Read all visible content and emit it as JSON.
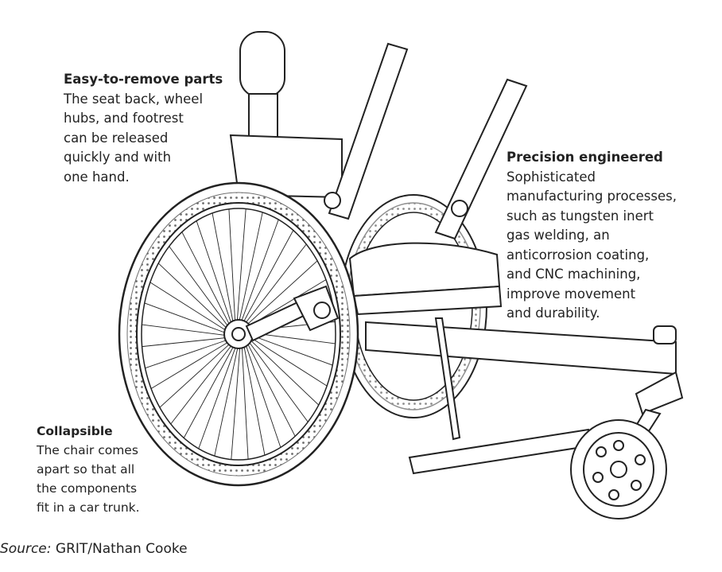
{
  "callouts": {
    "remove": {
      "heading": "Easy-to-remove parts",
      "body": "The seat back, wheel\nhubs, and footrest\ncan be released\nquickly and with\none hand."
    },
    "precision": {
      "heading": "Precision engineered",
      "body": "Sophisticated\nmanufacturing processes,\nsuch as tungsten inert\ngas welding, an\nanticorrosion coating,\nand CNC machining,\nimprove movement\nand durability."
    },
    "collapse": {
      "heading": "Collapsible",
      "body": "The chair comes\napart so that all\nthe components\nfit in a car trunk."
    }
  },
  "source": {
    "label": "Source:",
    "credit": "GRIT/Nathan Cooke"
  }
}
